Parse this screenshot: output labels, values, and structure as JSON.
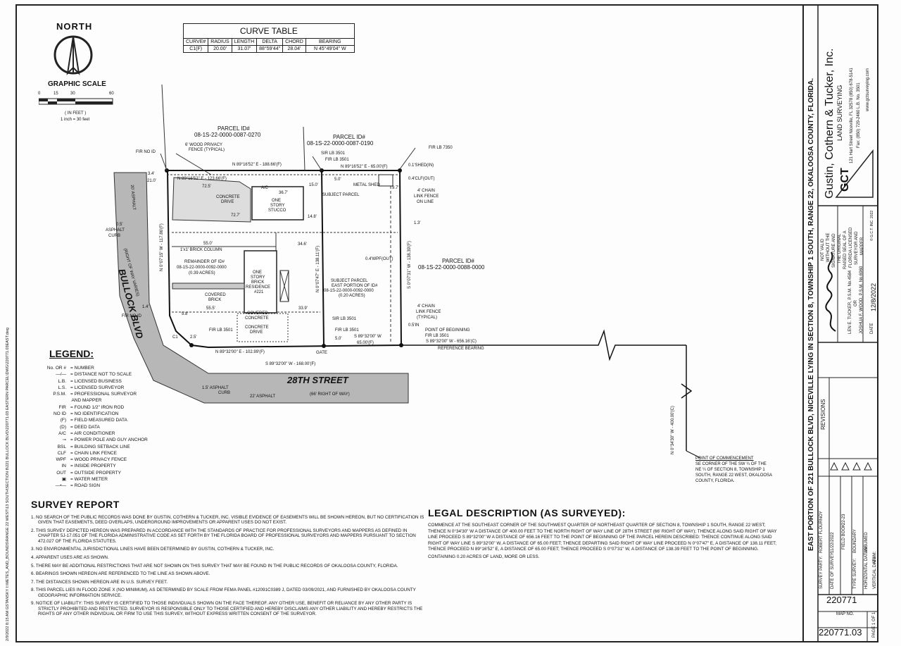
{
  "north": {
    "label": "NORTH"
  },
  "graphic_scale": {
    "label": "GRAPHIC SCALE",
    "ticks": [
      "0",
      "15",
      "30",
      "60"
    ],
    "unit": "( IN FEET )",
    "ratio": "1 inch = 30 feet"
  },
  "curve_table": {
    "title": "CURVE TABLE",
    "headers": [
      "CURVE#",
      "RADIUS",
      "LENGTH",
      "DELTA",
      "CHORD",
      "BEARING"
    ],
    "row": [
      "C1(F)",
      "20.00'",
      "31.07'",
      "88°59'44\"",
      "28.04'",
      "N 45°49'04\" W"
    ]
  },
  "plat": {
    "parcel_top_left": {
      "l1": "PARCEL ID#",
      "l2": "08-1S-22-0000-0087-0270"
    },
    "parcel_top_right": {
      "l1": "PARCEL ID#",
      "l2": "08-1S-22-0000-0087-0190"
    },
    "parcel_right": {
      "l1": "PARCEL ID#",
      "l2": "08-1S-22-0000-0088-0000"
    },
    "remainder": {
      "l1": "REMAINDER OF ID#",
      "l2": "08-1S-22-0000-0092-0000",
      "l3": "(0.39 ACRES)"
    },
    "subject": {
      "l1": "SUBJECT PARCEL",
      "l2": "EAST PORTION OF ID#",
      "l3": "08-1S-22-0000-0092-0000",
      "l4": "(0.20 ACRES)"
    },
    "wood_fence": {
      "l1": "6' WOOD PRIVACY",
      "l2": "FENCE (TYPICAL)"
    },
    "fir_no_id_top": "FIR NO ID",
    "fir_no_id_left": "FIR NO ID",
    "fir_7350": "FIR LB 7350",
    "sir_3501_top": "SIR LB 3501",
    "fir_3501_top": "FIR LB 3501",
    "sir_3501_bottom": "SIR LB 3501",
    "fir_3501_mid": "FIR LB 3501",
    "fir_3501_left": "FIR LB 3501",
    "fir_3501_pob": "FIR LB 3501",
    "brg_top_left": "N 89°16'52\" E - 188.66'(F)",
    "brg_top_right": "N 89°16'52\" E - 65.00'(F)",
    "brg_inner": "N 89°16'52\" E - 123.66'(F)",
    "brg_bottom_left": "N 89°32'00\" E - 102.99'(F)",
    "brg_bottom_mid": "S 89°32'00\" W",
    "brg_bottom_mid2": "65.00'(F)",
    "brg_bottom_total": "S 89°32'00\" W - 168.00'(F)",
    "brg_pob": "S 89°32'00\" W - 656.16'(C)",
    "ref_bearing": "REFERENCE BEARING",
    "brg_left": "N 0°07'15\" W - 117.86'(F)",
    "brg_mid": "N 0°07'47\" E - 138.11'(F)",
    "brg_right": "S 0°07'31\" W - 138.39'(F)",
    "brg_commence": "N 0°34'30\" W - 400.00'(C)",
    "shed_in": "0.1'SHED(IN)",
    "clf_out": "0.4'CLF(OUT)",
    "metal_shed": "METAL SHED",
    "chain_fence": {
      "l1": "4' CHAIN",
      "l2": "LINK FENCE",
      "l3": "ON LINE"
    },
    "chain_fence2": {
      "l1": "4' CHAIN",
      "l2": "LINK FENCE",
      "l3": "(TYPICAL)"
    },
    "wpf_out": "0.4'WPF(OUT)",
    "sin": "0.5'IN",
    "pob": "POINT OF BEGINNING",
    "concrete_drive": {
      "l1": "CONCRETE",
      "l2": "DRIVE"
    },
    "one_story_stucco": {
      "l1": "ONE",
      "l2": "STORY",
      "l3": "STUCCO"
    },
    "brick_column": "1'x1' BRICK COLUMN",
    "brick_res": {
      "l1": "ONE",
      "l2": "STORY",
      "l3": "BRICK",
      "l4": "RESIDENCE",
      "l5": "#221"
    },
    "covered_brick": {
      "l1": "COVERED",
      "l2": "BRICK"
    },
    "covered_concrete": {
      "l1": "COVERED",
      "l2": "CONCRETE"
    },
    "concrete_drive2": {
      "l1": "CONCRETE",
      "l2": "DRIVE"
    },
    "gate": "GATE",
    "ac": "A/C",
    "bullock": "BULLOCK BLVD",
    "bullock_row": "(RIGHT OF WAY VARIES)",
    "asphalt_20": "20' ASPHALT",
    "asphalt_curb_left": {
      "l1": "0.5'",
      "l2": "ASPHALT",
      "l3": "CURB"
    },
    "street_28": "28TH STREET",
    "street_28_row": "(66' RIGHT OF WAY)",
    "asphalt_22": "22' ASPHALT",
    "asphalt_curb_bottom": {
      "l1": "1.5' ASPHALT",
      "l2": "CURB"
    },
    "c1": "C1",
    "poc": {
      "l1": "POINT OF COMMENCEMENT",
      "l2": "SE CORNER OF THE SW ¼ OF THE",
      "l3": "NE ¼ OF SECTION 8, TOWNSHIP 1",
      "l4": "SOUTH, RANGE 22 WEST, OKALOOSA",
      "l5": "COUNTY, FLORIDA."
    },
    "dims": {
      "d34": "3.4'",
      "d210": "21.0'",
      "d725": "72.5'",
      "d727": "72.7'",
      "d367": "36.7'",
      "d150": "15.0'",
      "d50": "5.0'",
      "d148": "14.8'",
      "d550": "55.0'",
      "d346": "34.6'",
      "d555": "55.5'",
      "d339": "33.9'",
      "d58": "5.8'",
      "d14": "1.4'",
      "d50b": "5.0'",
      "d13": "1.3'",
      "d97": "9.7'",
      "d25": "2.5'"
    }
  },
  "legend": {
    "title": "LEGEND:",
    "items": [
      {
        "k": "No. OR #",
        "v": "= NUMBER"
      },
      {
        "k": "—/—",
        "v": "= DISTANCE NOT TO SCALE"
      },
      {
        "k": "L.B.",
        "v": "= LICENSED BUSINESS"
      },
      {
        "k": "L.S.",
        "v": "= LICENSED SURVEYOR"
      },
      {
        "k": "P.S.M.",
        "v": "= PROFESSIONAL SURVEYOR"
      },
      {
        "k": "",
        "v": "  AND MAPPER"
      },
      {
        "k": "FIR",
        "v": "= FOUND 1/2\" IRON ROD"
      },
      {
        "k": "NO ID",
        "v": "= NO IDENTIFICATION"
      },
      {
        "k": "(F)",
        "v": "= FIELD MEASURED DATA"
      },
      {
        "k": "(D)",
        "v": "= DEED DATA"
      },
      {
        "k": "A/C",
        "v": "= AIR CONDITIONER"
      },
      {
        "k": "⊸",
        "v": "= POWER POLE AND GUY ANCHOR"
      },
      {
        "k": "BSL",
        "v": "= BUILDING SETBACK LINE"
      },
      {
        "k": "CLF",
        "v": "= CHAIN LINK FENCE"
      },
      {
        "k": "WPF",
        "v": "= WOOD PRIVACY FENCE"
      },
      {
        "k": "IN",
        "v": "= INSIDE PROPERTY"
      },
      {
        "k": "OUT",
        "v": "= OUTSIDE PROPERTY"
      },
      {
        "k": "▣",
        "v": "= WATER METER"
      },
      {
        "k": "—•—",
        "v": "= ROAD SIGN"
      }
    ]
  },
  "survey_report": {
    "title": "SURVEY REPORT",
    "items": [
      "1. NO SEARCH OF THE PUBLIC RECORDS WAS DONE BY GUSTIN, COTHERN & TUCKER, INC. VISIBLE EVIDENCE OF EASEMENTS WILL BE SHOWN HEREON, BUT NO CERTIFICATION IS GIVEN THAT EASEMENTS, DEED OVERLAPS, UNDERGROUND IMPROVEMENTS OR APPARENT USES DO NOT EXIST.",
      "2. THIS SURVEY DEPICTED HEREON WAS PREPARED IN ACCORDANCE WITH THE STANDARDS OF PRACTICE FOR PROFESSIONAL SURVEYORS AND MAPPERS AS DEFINED IN CHAPTER 5J-17.051 OF THE FLORIDA ADMINISTRATIVE CODE AS SET FORTH BY THE FLORIDA BOARD OF PROFESSIONAL SURVEYORS AND MAPPERS PURSUANT TO SECTION 472.027 OF THE FLORIDA STATUTES.",
      "3. NO ENVIRONMENTAL JURISDICTIONAL LINES HAVE BEEN DETERMINED BY GUSTIN, COTHERN & TUCKER, INC.",
      "4. APPARENT USES ARE AS SHOWN.",
      "5. THERE MAY BE ADDITIONAL RESTRICTIONS THAT ARE NOT SHOWN ON THIS SURVEY THAT MAY BE FOUND IN THE PUBLIC RECORDS OF OKALOOSA COUNTY, FLORIDA.",
      "6. BEARINGS SHOWN HEREON ARE REFERENCED TO THE LINE AS SHOWN ABOVE.",
      "7. THE DISTANCES SHOWN HEREON ARE IN U.S. SURVEY FEET.",
      "8. THIS PARCEL LIES IN FLOOD ZONE X (NO MINIMUM), AS DETERMINED BY SCALE FROM FEMA PANEL #12091C0389 J, DATED 03/09/2021, AND FURNISHED BY OKALOOSA COUNTY GEOGRAPHIC INFORMATION SERVICE.",
      "9. NOTICE OF LIABILITY: THIS SURVEY IS CERTIFIED TO THOSE INDIVIDUALS SHOWN ON THE FACE THEREOF. ANY OTHER USE, BENEFIT OR RELIANCE BY ANY OTHER PARTY IS STRICTLY PROHIBITED AND RESTRICTED. SURVEYOR IS RESPONSIBLE ONLY TO THOSE CERTIFIED AND HEREBY DISCLAIMS ANY OTHER LIABILITY AND HEREBY RESTRICTS THE RIGHTS OF ANY OTHER INDIVIDUAL OR FIRM TO USE THIS SURVEY, WITHOUT EXPRESS WRITTEN CONSENT OF THE SURVEYOR."
    ]
  },
  "legal_description": {
    "title": "LEGAL DESCRIPTION (AS SURVEYED):",
    "p1": "COMMENCE AT THE SOUTHEAST CORNER OF THE SOUTHWEST QUARTER OF NORTHEAST QUARTER OF SECTION 8, TOWNSHIP 1 SOUTH, RANGE 22 WEST; THENCE N 0°34'30\" W A DISTANCE OF 400.00 FEET TO THE NORTH RIGHT OF WAY LINE OF 28TH STREET (66' RIGHT OF WAY); THENCE ALONG SAID RIGHT OF WAY LINE PROCEED S 89°32'00\" W A DISTANCE OF 656.16 FEET TO THE POINT OF BEGINNING OF THE PARCEL HEREIN DESCRIBED: THENCE CONTINUE ALONG SAID RIGHT OF WAY LINE S 89°32'00\" W, A DISTANCE OF 65.00 FEET; THENCE DEPARTING SAID RIGHT OF WAY LINE PROCEED N 0°07'47\" E, A DISTANCE OF 138.11 FEET; THENCE PROCEED N 89°16'52\" E, A DISTANCE OF 65.00 FEET; THENCE PROCEED S 0°07'31\" W, A DISTANCE OF 138.39 FEET TO THE POINT OF BEGINNING.",
    "p2": "CONTAINING 0.20 ACRES OF LAND, MORE OR LESS."
  },
  "title_block": {
    "project_title": "EAST PORTION OF 221 BULLOCK BLVD, NICEVILLE LYING IN SECTION 8, TOWNSHIP 1 SOUTH, RANGE 22, OKALOOSA COUNTY, FLORIDA.",
    "revisions": "REVISIONS",
    "company": "Gustin, Cothern & Tucker, Inc.",
    "company_sub": "LAND SURVEYING",
    "address": "121 Hart Street   Niceville, FL  32578   (850) 678-5141",
    "fax": "Fax: (850) 729-2460                 L.B. No. 3501",
    "web": "www.gctsurveying.com",
    "logo": "GCT",
    "not_valid": [
      "NOT VALID",
      "WITHOUT THE",
      "SIGNATURE AND",
      "THE ORIGINAL",
      "RAISED SEAL OF A",
      "FLORIDA LICENSED",
      "SURVEYOR AND",
      "MAPPER"
    ],
    "copyright": "© G.C.T. INC. 2022",
    "signers": [
      "LEN E. TUCKER, P.S.M. No.4584",
      "OR",
      "JOSHUA F. WOOD, P.S.M. No.6960"
    ],
    "date_label": "DATE",
    "date_value": "12/8/2022",
    "survey_info": [
      {
        "k": "SURVEY PARTY:",
        "v": "ROBERT FLOURNOY"
      },
      {
        "k": "DATE OF SURVEY:",
        "v": "11/22/2022"
      },
      {
        "k": "FIELD BOOK",
        "v": "22-23"
      },
      {
        "k": "TYPE SURVEY:",
        "v": "BOUNDARY"
      },
      {
        "k": "HORIZONTAL DATUM:",
        "v": "ASSUMED"
      },
      {
        "k": "VERTICAL DATUM:",
        "v": "N/A"
      }
    ],
    "job_no": "220771",
    "map_no_label": "MAP NO.",
    "map_no": "220771.03",
    "page": "PAGE 1 OF 1"
  },
  "side_path": "2/9/2022  8:15 AM   GSTANSKY   I:\\METES_AND_BOUNDS\\RANGE 22 WEST\\13 SOUTH\\SECTION 8\\221 BULLOCK BLVD\\220771.03 EASTERN PARCEL\\DWG\\220771.03EAST.dwg"
}
